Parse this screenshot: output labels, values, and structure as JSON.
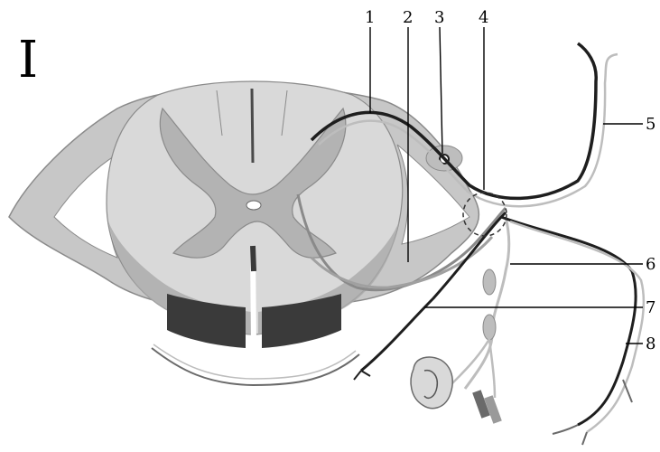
{
  "figure": {
    "panel_label": "I",
    "labels": [
      "1",
      "2",
      "3",
      "4",
      "5",
      "6",
      "7",
      "8"
    ]
  },
  "colors": {
    "grey_matter": "#b3b3b3",
    "white_matter": "#d9d9d9",
    "meninges": "#c7c7c7",
    "root_dark": "#3a3a3a",
    "nerve_dark": "#1e1e1e",
    "nerve_light": "#bdbdbd"
  }
}
